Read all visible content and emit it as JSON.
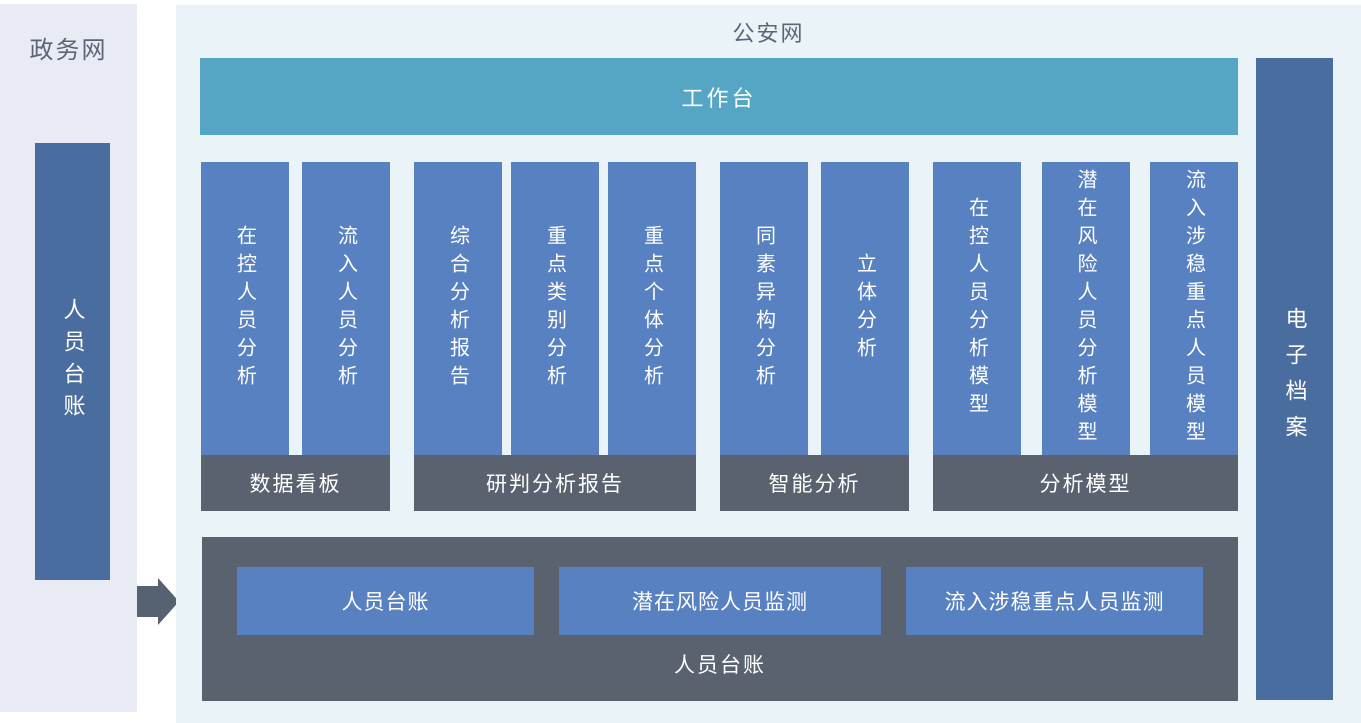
{
  "left_panel": {
    "title": "政务网",
    "bar_label": "人员台账"
  },
  "main_panel": {
    "title": "公安网",
    "workbench_label": "工作台",
    "groups": [
      {
        "label": "数据看板",
        "columns": [
          "在控人员分析",
          "流入人员分析"
        ]
      },
      {
        "label": "研判分析报告",
        "columns": [
          "综合分析报告",
          "重点类别分析",
          "重点个体分析"
        ]
      },
      {
        "label": "智能分析",
        "columns": [
          "同素异构分析",
          "立体分析"
        ]
      },
      {
        "label": "分析模型",
        "columns": [
          "在控人员分析模型",
          "潜在风险人员分析模型",
          "流入涉稳重点人员模型"
        ]
      }
    ],
    "bottom_box": {
      "caption": "人员台账",
      "buttons": [
        "人员台账",
        "潜在风险人员监测",
        "流入涉稳重点人员监测"
      ]
    }
  },
  "right_bar": {
    "label": "电子档案"
  },
  "colors": {
    "left_panel_bg": "#e8ebf4",
    "main_panel_bg": "#e9f3f8",
    "workbench_teal": "#55a5c5",
    "module_blue": "#5881c2",
    "group_slate": "#5a6270",
    "side_bar_blue": "#4a6da0",
    "arrow_gray": "#566171",
    "title_text": "#5b6577"
  }
}
